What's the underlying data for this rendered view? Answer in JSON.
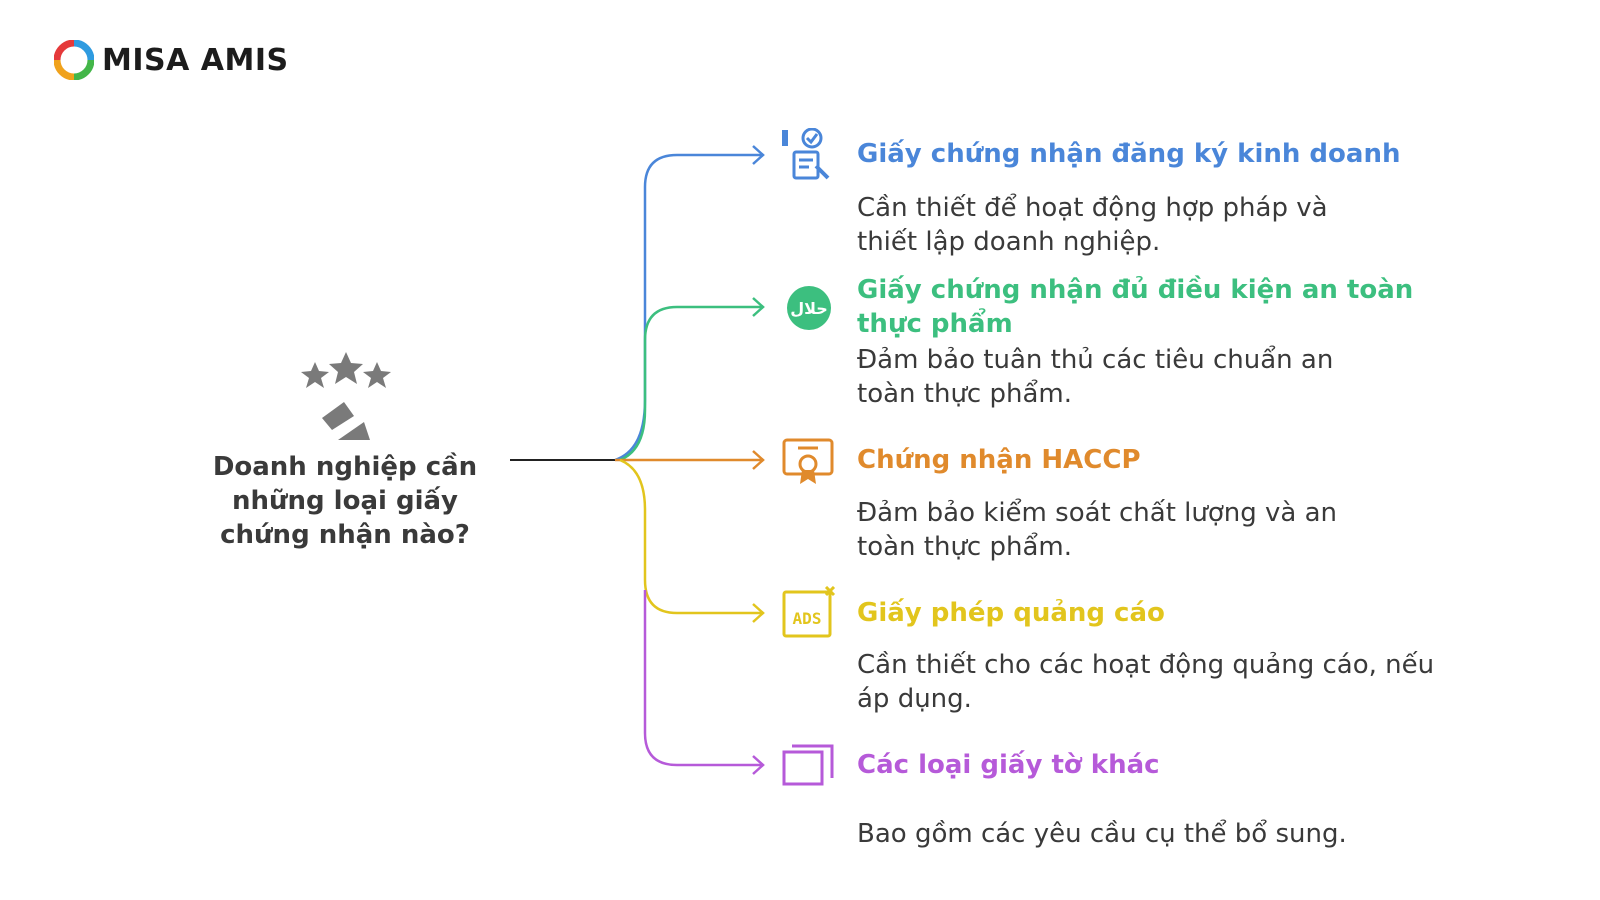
{
  "brand": {
    "name": "MISA AMIS"
  },
  "center": {
    "title": "Doanh nghiệp cần những loại giấy chứng nhận nào?"
  },
  "colors": {
    "blue": "#4a86d9",
    "green": "#3cbf7f",
    "orange": "#e08a2c",
    "yellow": "#e2c51d",
    "purple": "#b65ad9",
    "text": "#3a3a3a"
  },
  "items": [
    {
      "icon": "certificate-check-icon",
      "title": "Giấy chứng nhận đăng ký kinh doanh",
      "desc": "Cần thiết để hoạt động hợp pháp và thiết lập doanh nghiệp."
    },
    {
      "icon": "halal-icon",
      "title": "Giấy chứng nhận đủ điều kiện an toàn thực phẩm",
      "desc": "Đảm bảo tuân thủ các tiêu chuẩn an toàn thực phẩm."
    },
    {
      "icon": "award-certificate-icon",
      "title": "Chứng nhận HACCP",
      "desc": "Đảm bảo kiểm soát chất lượng và an toàn thực phẩm."
    },
    {
      "icon": "ads-icon",
      "title": "Giấy phép quảng cáo",
      "desc": "Cần thiết cho các hoạt động quảng cáo, nếu áp dụng."
    },
    {
      "icon": "documents-icon",
      "title": "Các loại giấy tờ khác",
      "desc": "Bao gồm các yêu cầu cụ thể bổ sung."
    }
  ]
}
